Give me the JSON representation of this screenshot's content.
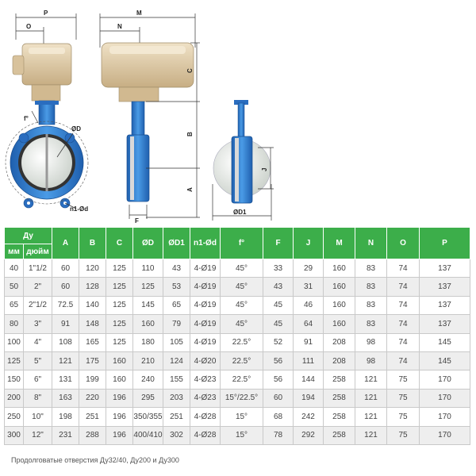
{
  "drawing": {
    "labels": {
      "P": "P",
      "O": "O",
      "M": "M",
      "N": "N",
      "C": "C",
      "B": "B",
      "A": "A",
      "F": "F",
      "J": "J",
      "D": "ØD",
      "D1": "ØD1",
      "holes": "n1-Ød",
      "angle": "f°"
    },
    "colors": {
      "actuator": "#dcc8a6",
      "valve": "#2f7fd0",
      "disc": "#e8ece8"
    }
  },
  "table": {
    "du_header": "Ду",
    "sub_headers": [
      "мм",
      "дюйм"
    ],
    "headers": [
      "A",
      "B",
      "C",
      "ØD",
      "ØD1",
      "n1-Ød",
      "f°",
      "F",
      "J",
      "M",
      "N",
      "O",
      "P"
    ],
    "rows": [
      [
        "40",
        "1\"1/2",
        "60",
        "120",
        "125",
        "110",
        "43",
        "4-Ø19",
        "45°",
        "33",
        "29",
        "160",
        "83",
        "74",
        "137"
      ],
      [
        "50",
        "2\"",
        "60",
        "128",
        "125",
        "125",
        "53",
        "4-Ø19",
        "45°",
        "43",
        "31",
        "160",
        "83",
        "74",
        "137"
      ],
      [
        "65",
        "2\"1/2",
        "72.5",
        "140",
        "125",
        "145",
        "65",
        "4-Ø19",
        "45°",
        "45",
        "46",
        "160",
        "83",
        "74",
        "137"
      ],
      [
        "80",
        "3\"",
        "91",
        "148",
        "125",
        "160",
        "79",
        "4-Ø19",
        "45°",
        "45",
        "64",
        "160",
        "83",
        "74",
        "137"
      ],
      [
        "100",
        "4\"",
        "108",
        "165",
        "125",
        "180",
        "105",
        "4-Ø19",
        "22.5°",
        "52",
        "91",
        "208",
        "98",
        "74",
        "145"
      ],
      [
        "125",
        "5\"",
        "121",
        "175",
        "160",
        "210",
        "124",
        "4-Ø20",
        "22.5°",
        "56",
        "111",
        "208",
        "98",
        "74",
        "145"
      ],
      [
        "150",
        "6\"",
        "131",
        "199",
        "160",
        "240",
        "155",
        "4-Ø23",
        "22.5°",
        "56",
        "144",
        "258",
        "121",
        "75",
        "170"
      ],
      [
        "200",
        "8\"",
        "163",
        "220",
        "196",
        "295",
        "203",
        "4-Ø23",
        "15°/22.5°",
        "60",
        "194",
        "258",
        "121",
        "75",
        "170"
      ],
      [
        "250",
        "10\"",
        "198",
        "251",
        "196",
        "350/355",
        "251",
        "4-Ø28",
        "15°",
        "68",
        "242",
        "258",
        "121",
        "75",
        "170"
      ],
      [
        "300",
        "12\"",
        "231",
        "288",
        "196",
        "400/410",
        "302",
        "4-Ø28",
        "15°",
        "78",
        "292",
        "258",
        "121",
        "75",
        "170"
      ]
    ]
  },
  "footnote": "Продолговатые отверстия Ду32/40, Ду200 и Ду300"
}
